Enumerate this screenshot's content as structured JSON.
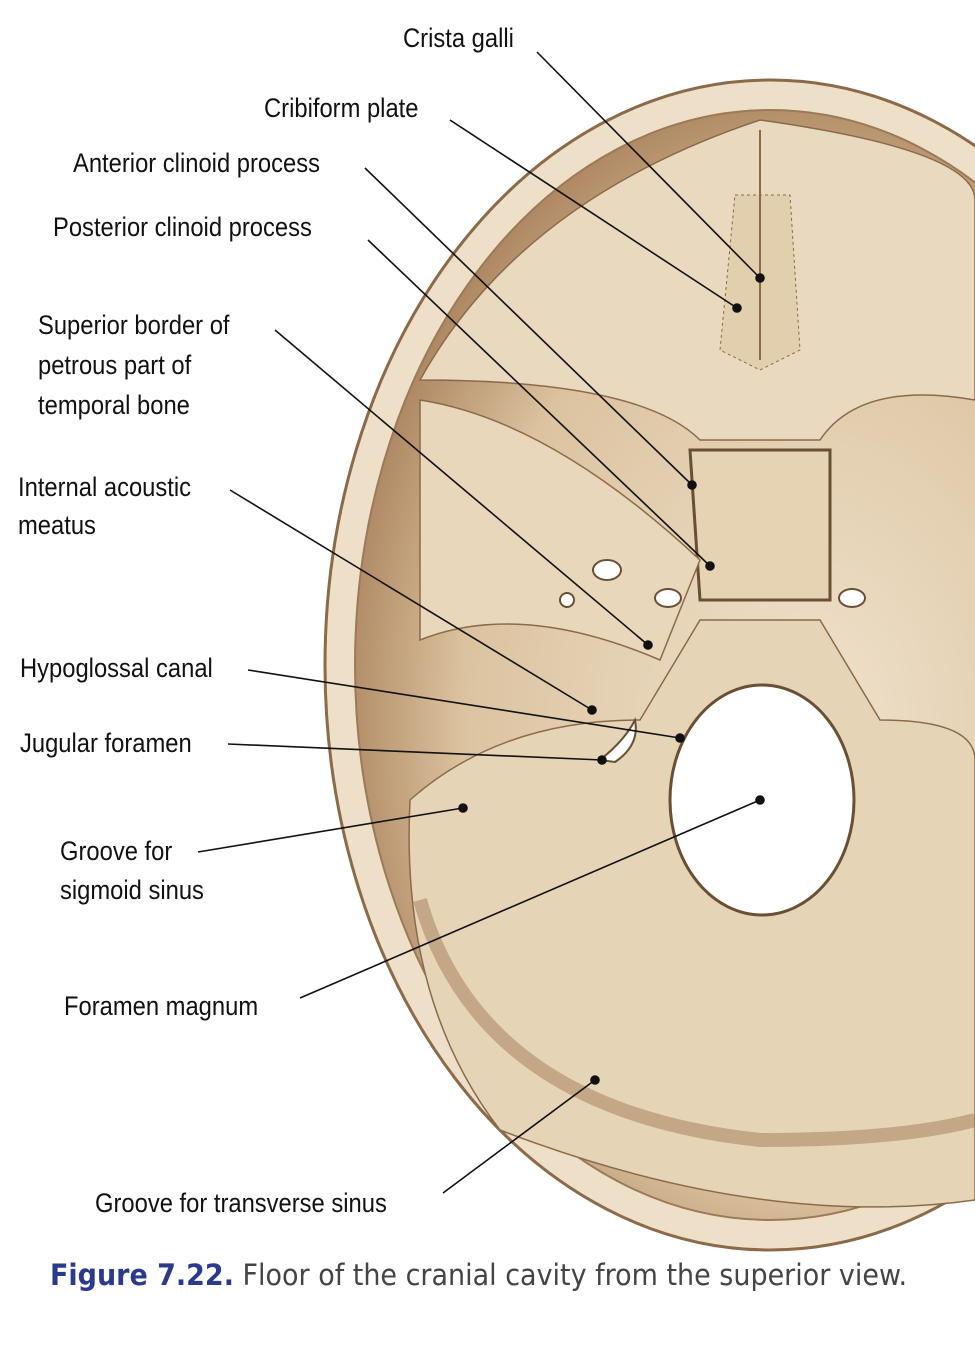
{
  "labels": {
    "crista_galli": "Crista galli",
    "cribiform_plate": "Cribiform plate",
    "anterior_clinoid": "Anterior clinoid process",
    "posterior_clinoid": "Posterior clinoid process",
    "petrous_1": "Superior border of",
    "petrous_2": "petrous part of",
    "petrous_3": "temporal bone",
    "acoustic_1": "Internal acoustic",
    "acoustic_2": "meatus",
    "hypoglossal": "Hypoglossal canal",
    "jugular": "Jugular foramen",
    "sigmoid_1": "Groove for",
    "sigmoid_2": "sigmoid sinus",
    "foramen_magnum": "Foramen magnum",
    "transverse": "Groove for transverse sinus"
  },
  "caption": {
    "figure": "Figure 7.22.",
    "text": "Floor of the cranial cavity from the superior view."
  },
  "colors": {
    "bone": "#eadbc3",
    "shadow": "#b8926a",
    "caption_accent": "#2b3a8c"
  }
}
